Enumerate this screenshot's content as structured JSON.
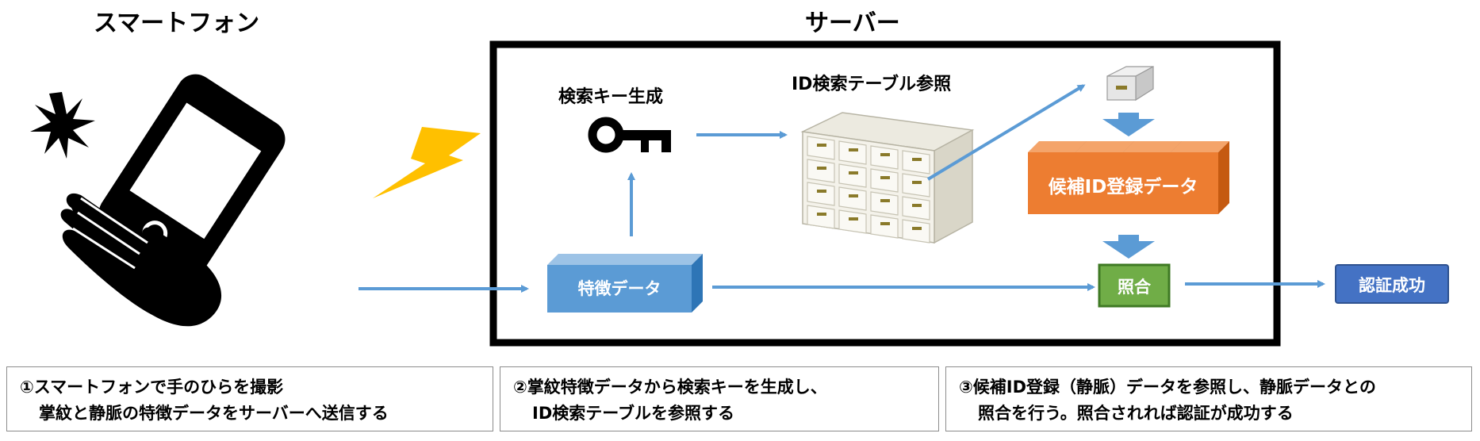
{
  "headings": {
    "smartphone": "スマートフォン",
    "server": "サーバー"
  },
  "labels": {
    "key_generation": "検索キー生成",
    "table_lookup": "ID検索テーブル参照",
    "feature_data": "特徴データ",
    "candidate_data": "候補ID登録データ",
    "matching": "照合",
    "auth_success": "認証成功"
  },
  "steps": [
    {
      "line1": "①スマートフォンで手のひらを撮影",
      "line2": "掌紋と静脈の特徴データをサーバーへ送信する"
    },
    {
      "line1": "②掌紋特徴データから検索キーを生成し、",
      "line2": "ID検索テーブルを参照する"
    },
    {
      "line1": "③候補ID登録（静脈）データを参照し、静脈データとの",
      "line2": "照合を行う。照合されれば認証が成功する"
    }
  ],
  "colors": {
    "arrow": "#5b9bd5",
    "feature_box": "#5b9bd5",
    "candidate_box": "#ed7d31",
    "matching_box": "#70ad47",
    "success_box": "#4472c4",
    "lightning": "#ffc000"
  },
  "icons": [
    "flash-burst-icon",
    "smartphone-icon",
    "hand-icon",
    "lightning-icon",
    "key-icon",
    "filing-cabinet-icon",
    "card-drawer-icon"
  ]
}
